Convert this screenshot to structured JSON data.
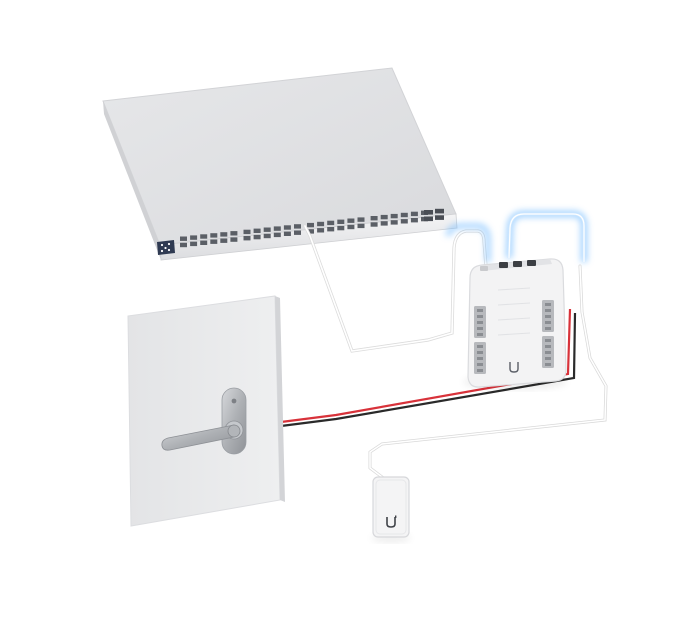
{
  "diagram": {
    "devices": [
      {
        "id": "network-switch",
        "ports": 48,
        "sfp_ports": 4
      },
      {
        "id": "access-hub"
      },
      {
        "id": "door-lock"
      },
      {
        "id": "nfc-reader",
        "logo": "u"
      }
    ],
    "connections": [
      {
        "from": "network-switch",
        "to": "access-hub",
        "type": "ethernet"
      },
      {
        "from": "access-hub",
        "to": "door-lock",
        "type": "power-wire"
      },
      {
        "from": "access-hub",
        "to": "nfc-reader",
        "type": "cable"
      }
    ],
    "colors": {
      "background": "#ffffff",
      "device_body": "#e8e9eb",
      "wire_red": "#d8323a",
      "wire_black": "#2a2a2a",
      "cable_white": "#f2f2f2",
      "glow_blue": "#7cc4ff",
      "door_panel": "#e9e9eb",
      "handle_metal": "#b9bcc0"
    },
    "icons": [
      "ubiquiti-logo-icon",
      "door-handle-icon"
    ]
  }
}
